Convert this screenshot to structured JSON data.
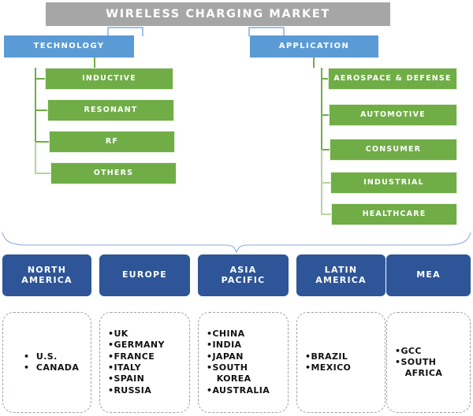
{
  "title": {
    "text": "WIRELESS CHARGING MARKET",
    "bg": "#a6a6a6"
  },
  "segments": [
    {
      "label": "TECHNOLOGY",
      "color": "#5b9bd5",
      "children": [
        "INDUCTIVE",
        "RESONANT",
        "RF",
        "OTHERS"
      ]
    },
    {
      "label": "APPLICATION",
      "color": "#5b9bd5",
      "children": [
        "AEROSPACE & DEFENSE",
        "AUTOMOTIVE",
        "CONSUMER",
        "INDUSTRIAL",
        "HEALTHCARE"
      ]
    }
  ],
  "leaf_color": "#70ad47",
  "region_color": "#2e5597",
  "connector_color": "#9dc3e6",
  "regions": [
    {
      "name": "NORTH\nAMERICA",
      "countries": [
        "U.S.",
        "CANADA"
      ],
      "bullet_style": "wide"
    },
    {
      "name": "EUROPE",
      "countries": [
        "UK",
        "GERMANY",
        "FRANCE",
        "ITALY",
        "SPAIN",
        "RUSSIA"
      ],
      "bullet_style": "tight"
    },
    {
      "name": "ASIA\nPACIFIC",
      "countries": [
        "CHINA",
        "INDIA",
        "JAPAN",
        "SOUTH\n KOREA",
        "AUSTRALIA"
      ],
      "bullet_style": "tight"
    },
    {
      "name": "LATIN\nAMERICA",
      "countries": [
        "BRAZIL",
        "MEXICO"
      ],
      "bullet_style": "tight"
    },
    {
      "name": "MEA",
      "countries": [
        "GCC",
        "SOUTH\n AFRICA"
      ],
      "bullet_style": "tight"
    }
  ]
}
